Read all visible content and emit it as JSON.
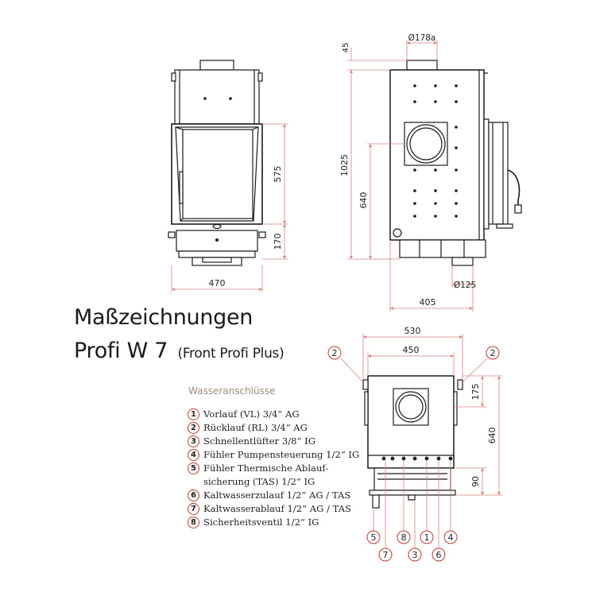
{
  "title": {
    "line1": "Maßzeichnungen",
    "line2_main": "Profi W 7",
    "line2_sub": "(Front Profi Plus)"
  },
  "front_view": {
    "dim_width": "470",
    "dim_door_height": "575",
    "dim_base_height": "170"
  },
  "side_view": {
    "dim_top_offset": "45",
    "dim_top_flue": "Ø178a",
    "dim_total_height": "1025",
    "dim_flue_height": "640",
    "dim_bottom_flue": "Ø125",
    "dim_depth": "405"
  },
  "rear_view": {
    "dim_outer_width": "530",
    "dim_inner_width": "450",
    "dim_upper": "175",
    "dim_height": "640",
    "dim_lower": "90",
    "top_callouts": [
      "2",
      "2"
    ],
    "bottom_callouts": [
      "5",
      "7",
      "8",
      "3",
      "1",
      "6",
      "4"
    ]
  },
  "legend": {
    "title": "Wasseranschlüsse",
    "items": [
      {
        "num": "1",
        "text": "Vorlauf (VL) 3/4“ AG"
      },
      {
        "num": "2",
        "text": "Rücklauf (RL) 3/4“ AG"
      },
      {
        "num": "3",
        "text": "Schnellentlüfter 3/8“ IG"
      },
      {
        "num": "4",
        "text": "Fühler Pumpensteuerung 1/2“ IG"
      },
      {
        "num": "5",
        "text": "Fühler Thermische Ablauf-",
        "text2": "sicherung (TAS) 1/2“ IG"
      },
      {
        "num": "6",
        "text": "Kaltwasserzulauf 1/2“ AG / TAS"
      },
      {
        "num": "7",
        "text": "Kaltwasserablauf 1/2“ AG / TAS"
      },
      {
        "num": "8",
        "text": "Sicherheitsventil 1/2“ IG"
      }
    ]
  },
  "colors": {
    "line": "#1a1a1a",
    "dimension": "#d98080",
    "callout": "#c0392b",
    "legend_title": "#9a8c7e"
  }
}
